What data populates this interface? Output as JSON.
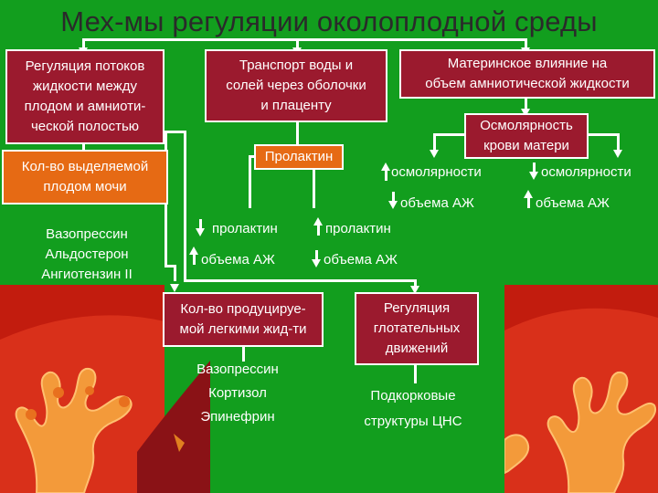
{
  "title": "Мех-мы регуляции околоплодной среды",
  "boxes": {
    "flow": [
      "Регуляция потоков",
      "жидкости между",
      "плодом и амниоти-",
      "ческой полостью"
    ],
    "urine": [
      "Кол-во выделяемой",
      "плодом мочи"
    ],
    "transport": [
      "Транспорт воды и",
      "солей через оболочки",
      "и плаценту"
    ],
    "maternal": [
      "Материнское влияние на",
      "объем амниотической жидкости"
    ],
    "osmolarity": [
      "Осмолярность",
      "крови матери"
    ],
    "prolactin": "Пролактин",
    "lungs": [
      "Кол-во продуцируе-",
      "мой легкими жид-ти"
    ],
    "swallow": [
      "Регуляция",
      "глотательных",
      "движений"
    ]
  },
  "hormones_urine": [
    "Вазопрессин",
    "Альдостерон",
    "Ангиотензин II"
  ],
  "hormones_lungs": [
    "Вазопрессин",
    "Кортизол",
    "Эпинефрин"
  ],
  "cns": [
    "Подкорковые",
    "структуры ЦНС"
  ],
  "prolactin_effects": {
    "left": {
      "prolactin": "пролактин",
      "volume": "объема АЖ"
    },
    "right": {
      "prolactin": "пролактин",
      "volume": "объема АЖ"
    }
  },
  "osmolarity_effects": {
    "left": {
      "osmolarity": "осмолярности",
      "volume": "объема АЖ"
    },
    "right": {
      "osmolarity": "осмолярности",
      "volume": "объема АЖ"
    }
  },
  "colors": {
    "background": "#129E1E",
    "box_dark": "#9B1A2E",
    "box_orange": "#E66A14",
    "villi": "#F08A2C"
  }
}
